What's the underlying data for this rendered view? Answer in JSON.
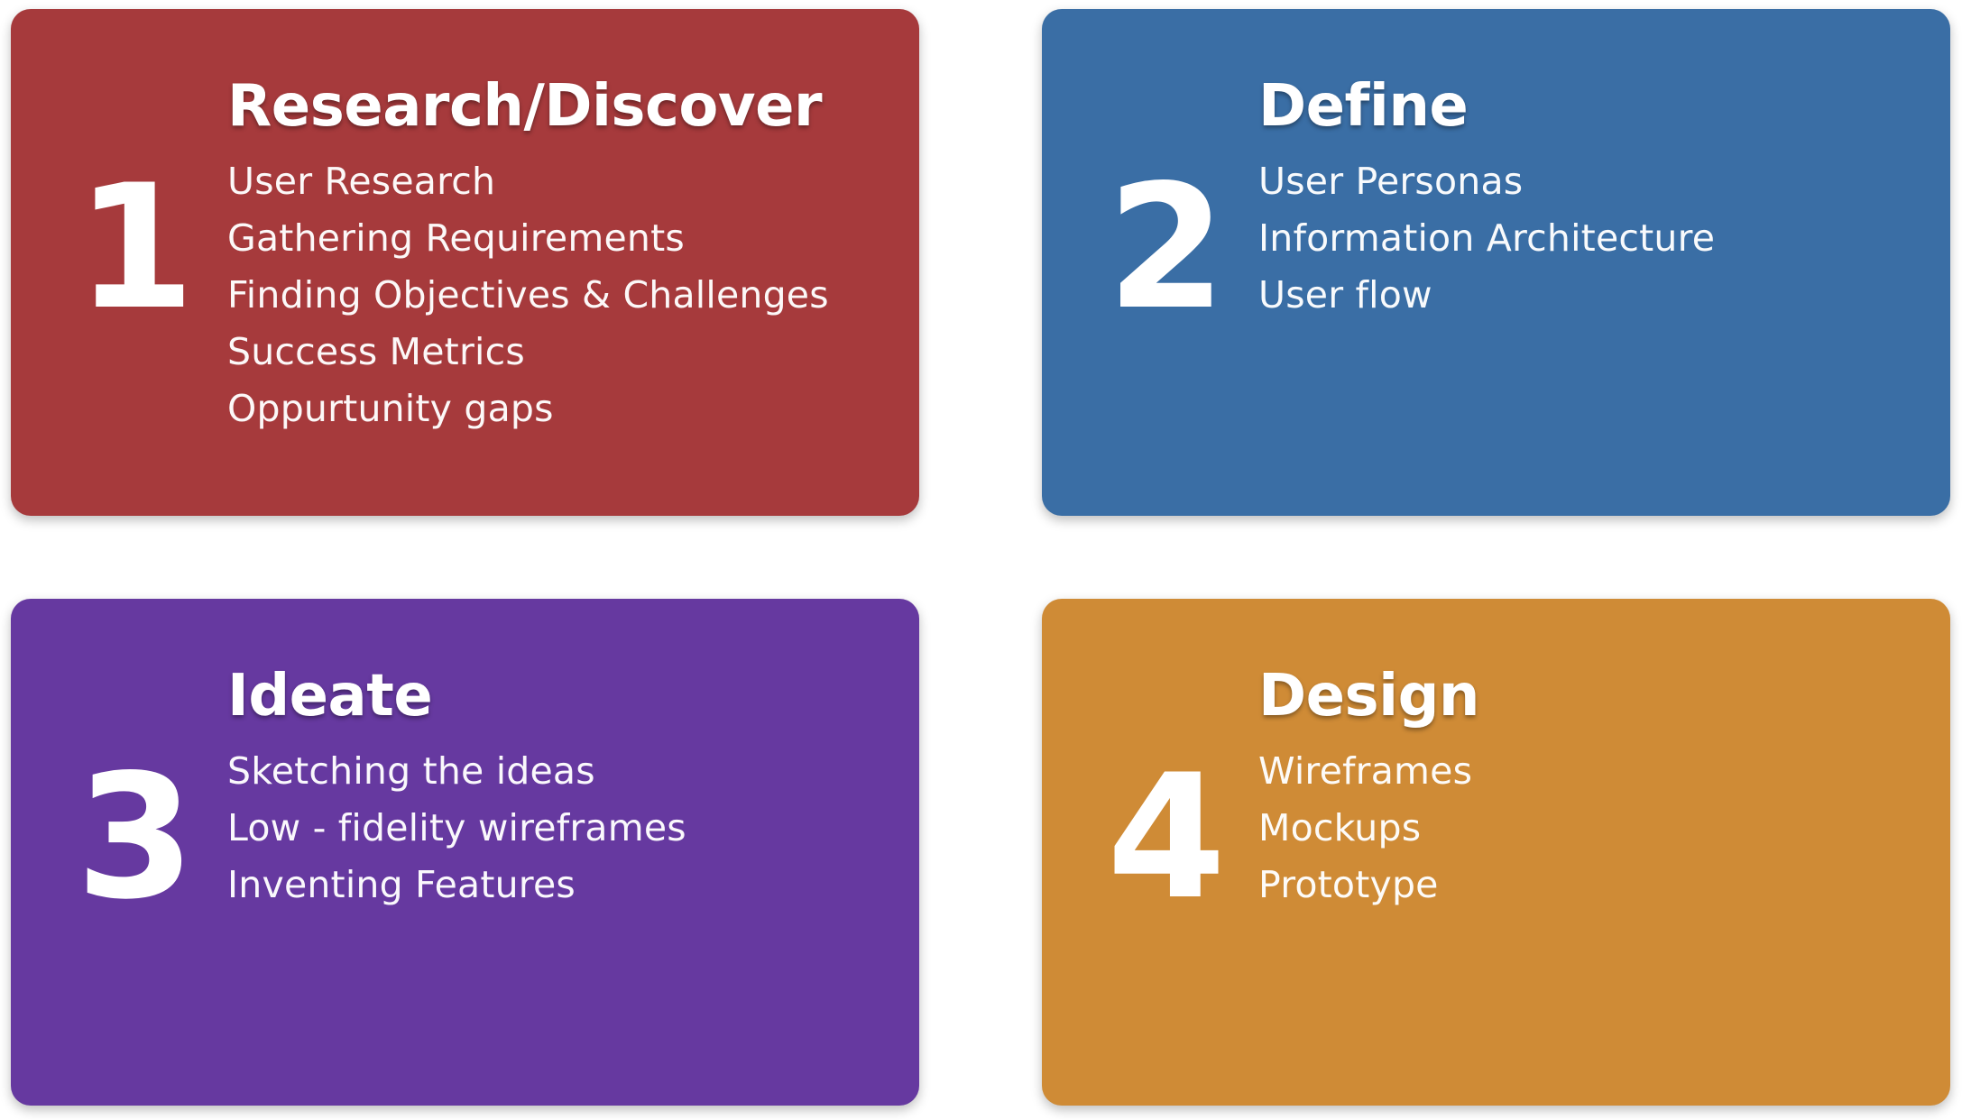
{
  "cards": [
    {
      "number": "1",
      "title": "Research/Discover",
      "color": "#A63A3C",
      "items": [
        "User Research",
        "Gathering Requirements",
        "Finding Objectives & Challenges",
        "Success Metrics",
        "Oppurtunity gaps"
      ]
    },
    {
      "number": "2",
      "title": "Define",
      "color": "#3A6EA5",
      "items": [
        "User Personas",
        "Information Architecture",
        "User flow"
      ]
    },
    {
      "number": "3",
      "title": "Ideate",
      "color": "#6639A0",
      "items": [
        "Sketching the ideas",
        "Low - fidelity wireframes",
        "Inventing Features"
      ]
    },
    {
      "number": "4",
      "title": "Design",
      "color": "#CF8B36",
      "items": [
        "Wireframes",
        "Mockups",
        "Prototype"
      ]
    }
  ]
}
